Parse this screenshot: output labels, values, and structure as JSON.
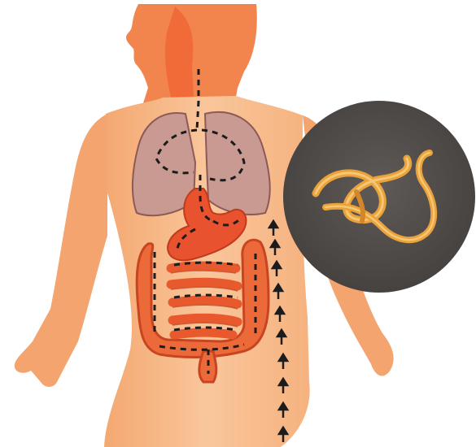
{
  "illustration": {
    "colors": {
      "background": "#ffffff",
      "skin": "#f6b27f",
      "skin_light": "#f9cfa6",
      "mouth_throat": "#f0642d",
      "lungs": "#c99a92",
      "lungs_outline": "#8c5a57",
      "stomach": "#e8522e",
      "small_intestine": "#e85a2e",
      "large_intestine": "#ec6a3a",
      "path_dashes": "#1c1c1c",
      "inset_circle": "#55504d",
      "worms": "#e9a23c"
    },
    "parts": [
      "head",
      "torso",
      "left-arm",
      "right-arm",
      "lungs",
      "stomach",
      "small-intestine",
      "large-intestine",
      "migration-path",
      "worm-inset"
    ]
  }
}
